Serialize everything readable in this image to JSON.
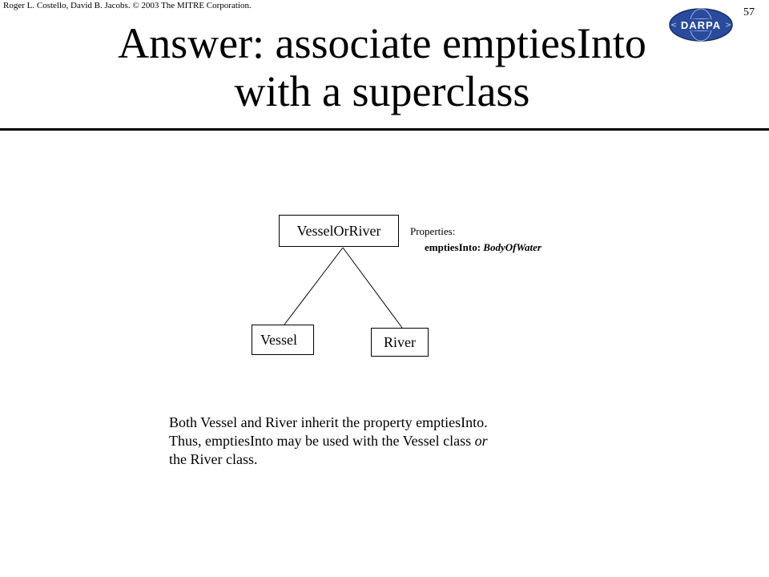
{
  "header": {
    "copyright": "Roger L. Costello, David B. Jacobs. © 2003 The MITRE Corporation.",
    "page_number": "57",
    "logo_text": "DARPA"
  },
  "title": {
    "line1": "Answer: associate emptiesInto",
    "line2": "with a superclass"
  },
  "diagram": {
    "superclass": "VesselOrRiver",
    "subclass_left": "Vessel",
    "subclass_right": "River",
    "properties_label": "Properties:",
    "property_name": "emptiesInto:",
    "property_type": "BodyOfWater"
  },
  "explanation": {
    "line1": "Both Vessel and River inherit the property emptiesInto.",
    "line2_a": "Thus, emptiesInto may be used with the Vessel class",
    "line2_or": "or",
    "line3": "the River class."
  },
  "colors": {
    "logo_blue": "#2a4b9b",
    "text": "#000000"
  }
}
